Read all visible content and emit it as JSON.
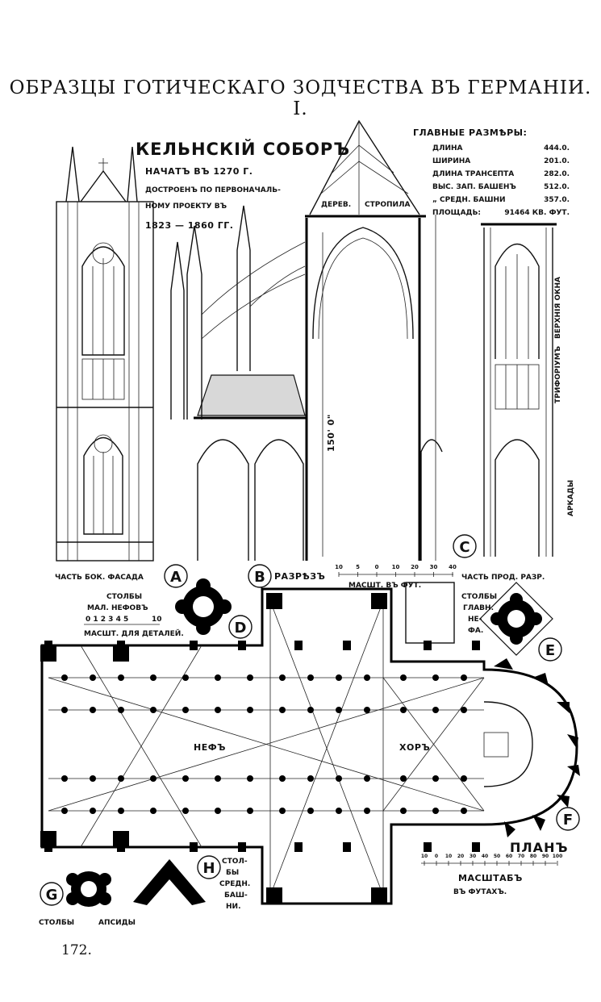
{
  "header": {
    "title": "ОБРАЗЦЫ ГОТИЧЕСКАГО ЗОДЧЕСТВА ВЪ ГЕРМАНІИ. І."
  },
  "page_number": "172.",
  "cathedral": {
    "name": "КЕЛЬНСКІЙ СОБОРЪ",
    "started": "НАЧАТЪ ВЪ 1270 Г.",
    "completed_line1": "ДОСТРОЕНЪ ПО ПЕРВОНАЧАЛЬ-",
    "completed_line2": "НОМУ ПРОЕКТУ ВЪ",
    "completed_years": "1823 — 1860 ГГ."
  },
  "dimensions": {
    "heading": "ГЛАВНЫЕ РАЗМѢРЫ:",
    "rows": [
      {
        "label": "ДЛИНА",
        "value": "444.0."
      },
      {
        "label": "ШИРИНА",
        "value": "201.0."
      },
      {
        "label": "ДЛИНА ТРАНСЕПТА",
        "value": "282.0."
      },
      {
        "label": "ВЫС. ЗАП. БАШЕНЪ",
        "value": "512.0."
      },
      {
        "label": "„ СРЕДН. БАШНИ",
        "value": "357.0."
      },
      {
        "label": "ПЛОЩАДЬ:",
        "value": "91464 КВ. ФУТ."
      }
    ]
  },
  "roof_labels": {
    "left": "ДЕРЕВ.",
    "right": "СТРОПИЛА"
  },
  "section_height": "150' 0\"",
  "vertical_labels": {
    "upper_windows": "ВЕРХНІЯ ОКНА",
    "triforium": "ТРИФОРІУМЪ",
    "arcades": "АРКАДЫ"
  },
  "figures": {
    "A": {
      "letter": "A",
      "caption": "ЧАСТЬ БОК. ФАСАДА"
    },
    "B": {
      "letter": "B",
      "caption": "РАЗРѢЗЪ",
      "scale": "МАСШТ. ВЪ ФУТ.",
      "scale_ticks": [
        "10",
        "5",
        "0",
        "10",
        "20",
        "30",
        "40"
      ]
    },
    "C": {
      "letter": "C",
      "caption": "ЧАСТЬ ПРОД. РАЗР."
    },
    "D": {
      "letter": "D",
      "caption_line1": "СТОЛБЫ",
      "caption_line2": "МАЛ. НЕФОВЪ",
      "scale_ticks": "0 1 2 3 4 5",
      "scale_end": "10",
      "scale_label": "МАСШТ. ДЛЯ ДЕТАЛЕЙ."
    },
    "E": {
      "letter": "E",
      "caption_line1": "СТОЛБЫ",
      "caption_line2": "ГЛАВН.",
      "caption_line3": "НЕ-",
      "caption_line4": "ФА."
    },
    "F": {
      "letter": "F",
      "caption": "ПЛАНЪ"
    },
    "G": {
      "letter": "G",
      "caption_left": "СТОЛБЫ",
      "caption_right": "АПСИДЫ"
    },
    "H": {
      "letter": "H",
      "caption_line1": "СТОЛ-",
      "caption_line2": "БЫ",
      "caption_line3": "СРЕДН.",
      "caption_line4": "БАШ-",
      "caption_line5": "НИ."
    }
  },
  "plan_labels": {
    "nave": "НЕФЪ",
    "choir": "ХОРЪ"
  },
  "plan_scale": {
    "ticks": [
      "10",
      "0",
      "10",
      "20",
      "30",
      "40",
      "50",
      "60",
      "70",
      "80",
      "90",
      "100"
    ],
    "label_line1": "МАСШТАБЪ",
    "label_line2": "ВЪ ФУТАХЪ."
  }
}
